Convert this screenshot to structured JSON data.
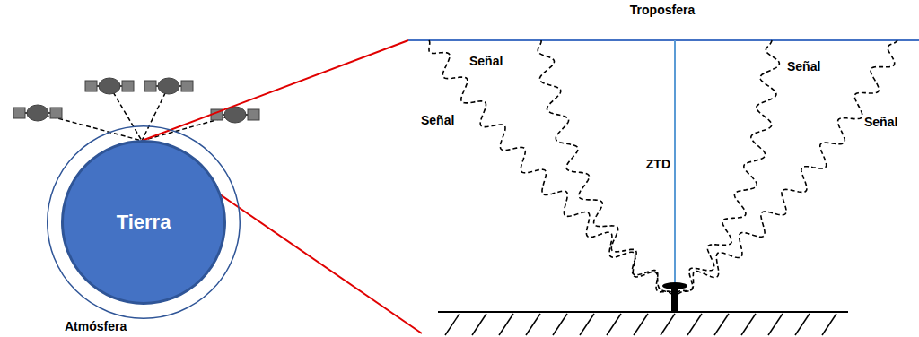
{
  "diagram": {
    "nodes": [
      {
        "text": [
          "Atmósfera"
        ]
      },
      {
        "text": [
          "Tierra"
        ],
        "in": 0
      }
    ],
    "labels": [
      "Troposfera",
      "Señal",
      "Señal",
      "Señal",
      "Señal",
      "ZTD"
    ]
  }
}
